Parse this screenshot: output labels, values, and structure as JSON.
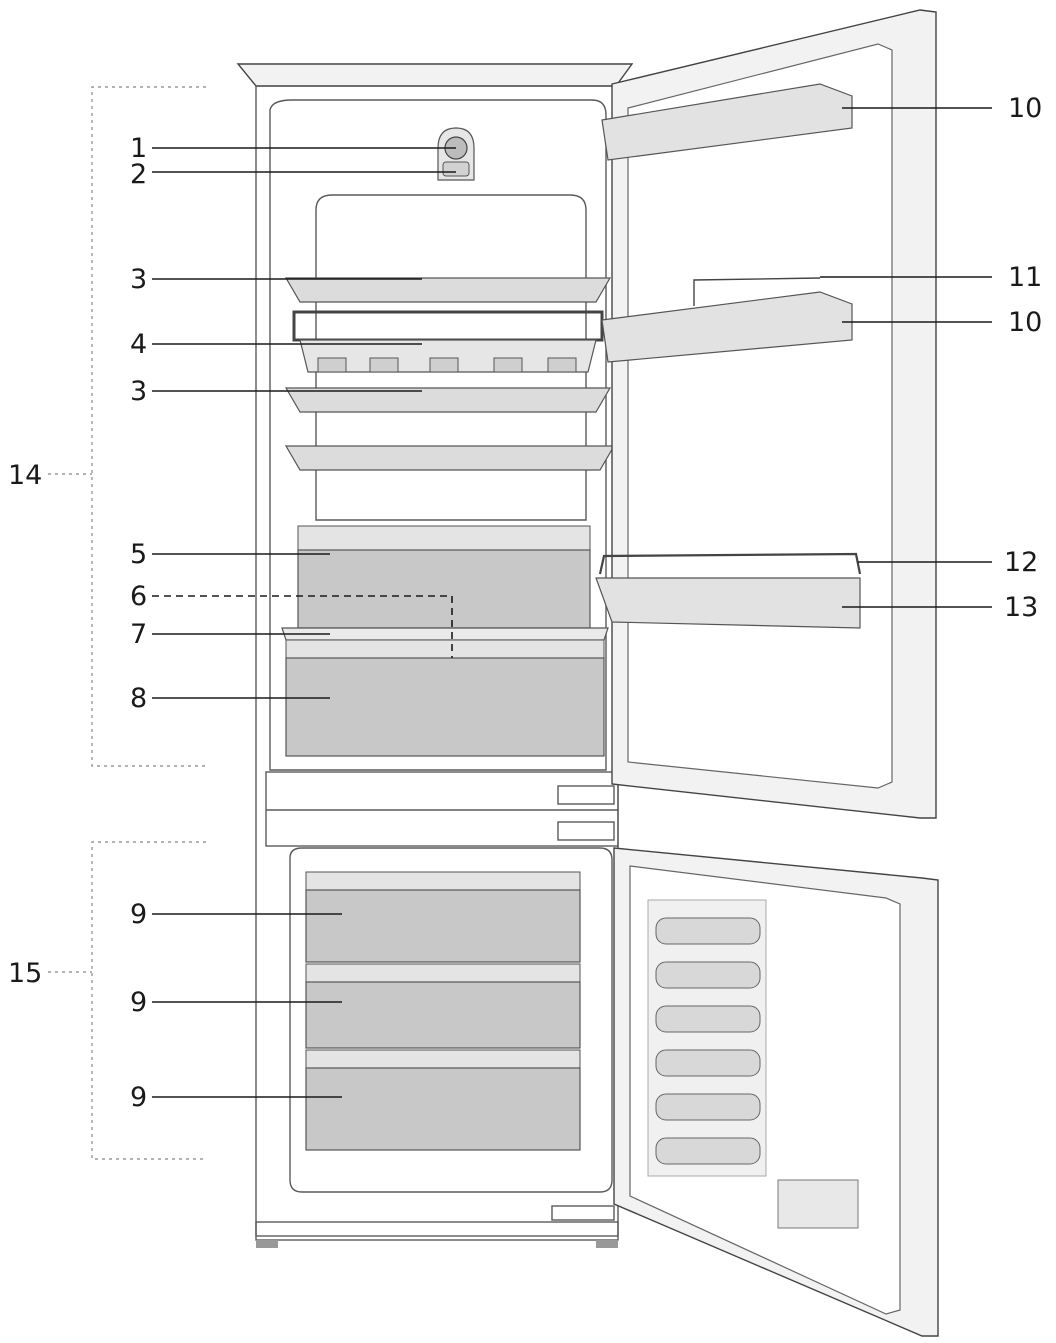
{
  "labels": {
    "c1": "1",
    "c2": "2",
    "c3a": "3",
    "c4": "4",
    "c3b": "3",
    "c5": "5",
    "c6": "6",
    "c7": "7",
    "c8": "8",
    "c9a": "9",
    "c9b": "9",
    "c9c": "9",
    "c10a": "10",
    "c11": "11",
    "c10b": "10",
    "c12": "12",
    "c13": "13",
    "c14": "14",
    "c15": "15"
  },
  "colors": {
    "line": "#1a1a1a",
    "outline": "#555555",
    "drawer_fill": "#c8c8c8",
    "shelf_fill": "#dcdcdc"
  }
}
